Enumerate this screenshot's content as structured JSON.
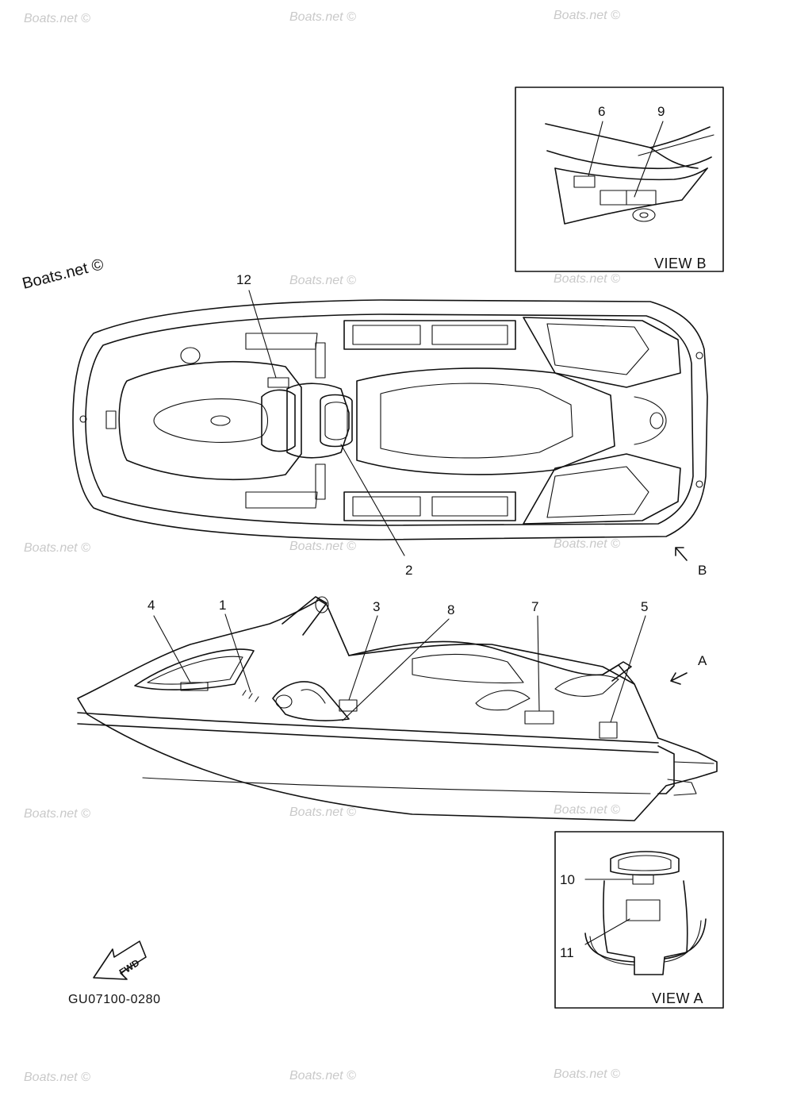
{
  "watermark": {
    "text": "Boats.net ©"
  },
  "callouts": {
    "c1": "1",
    "c2": "2",
    "c3": "3",
    "c4": "4",
    "c5": "5",
    "c6": "6",
    "c7": "7",
    "c8": "8",
    "c9": "9",
    "c10": "10",
    "c11": "11",
    "c12": "12"
  },
  "views": {
    "view_b": "VIEW B",
    "view_a": "VIEW A",
    "arrow_b": "B",
    "arrow_a": "A"
  },
  "fwd_label": "FWD",
  "diagram_code": "GU07100-0280"
}
